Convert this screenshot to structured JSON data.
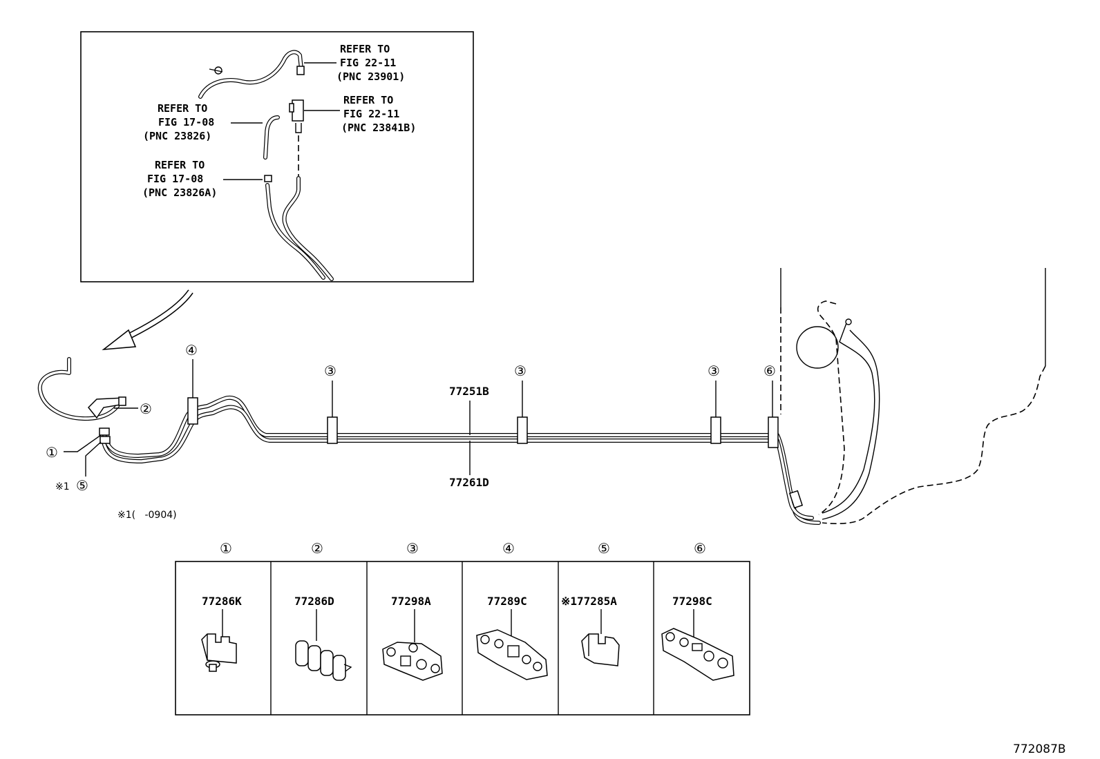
{
  "inset_refs": [
    {
      "line1": "REFER TO",
      "line2": "FIG 22-11",
      "line3": "(PNC 23901)"
    },
    {
      "line1": "REFER TO",
      "line2": "FIG 22-11",
      "line3": "(PNC 23841B)"
    },
    {
      "line1": "REFER TO",
      "line2": "FIG 17-08",
      "line3": "(PNC 23826)"
    },
    {
      "line1": "REFER TO",
      "line2": "FIG 17-08",
      "line3": "(PNC 23826A)"
    }
  ],
  "callouts": {
    "c1": "①",
    "c2": "②",
    "c3": "③",
    "c4": "④",
    "c5": "⑤",
    "c6": "⑥",
    "note_mark": "※1"
  },
  "pipe_labels": {
    "upper": "77251B",
    "lower": "77261D"
  },
  "footnote": "※1(   -0904)",
  "parts_table": [
    {
      "index": "①",
      "part_no": "77286K"
    },
    {
      "index": "②",
      "part_no": "77286D"
    },
    {
      "index": "③",
      "part_no": "77298A"
    },
    {
      "index": "④",
      "part_no": "77289C"
    },
    {
      "index": "⑤",
      "part_no": "※177285A"
    },
    {
      "index": "⑥",
      "part_no": "77298C"
    }
  ],
  "figure_id": "772087B"
}
